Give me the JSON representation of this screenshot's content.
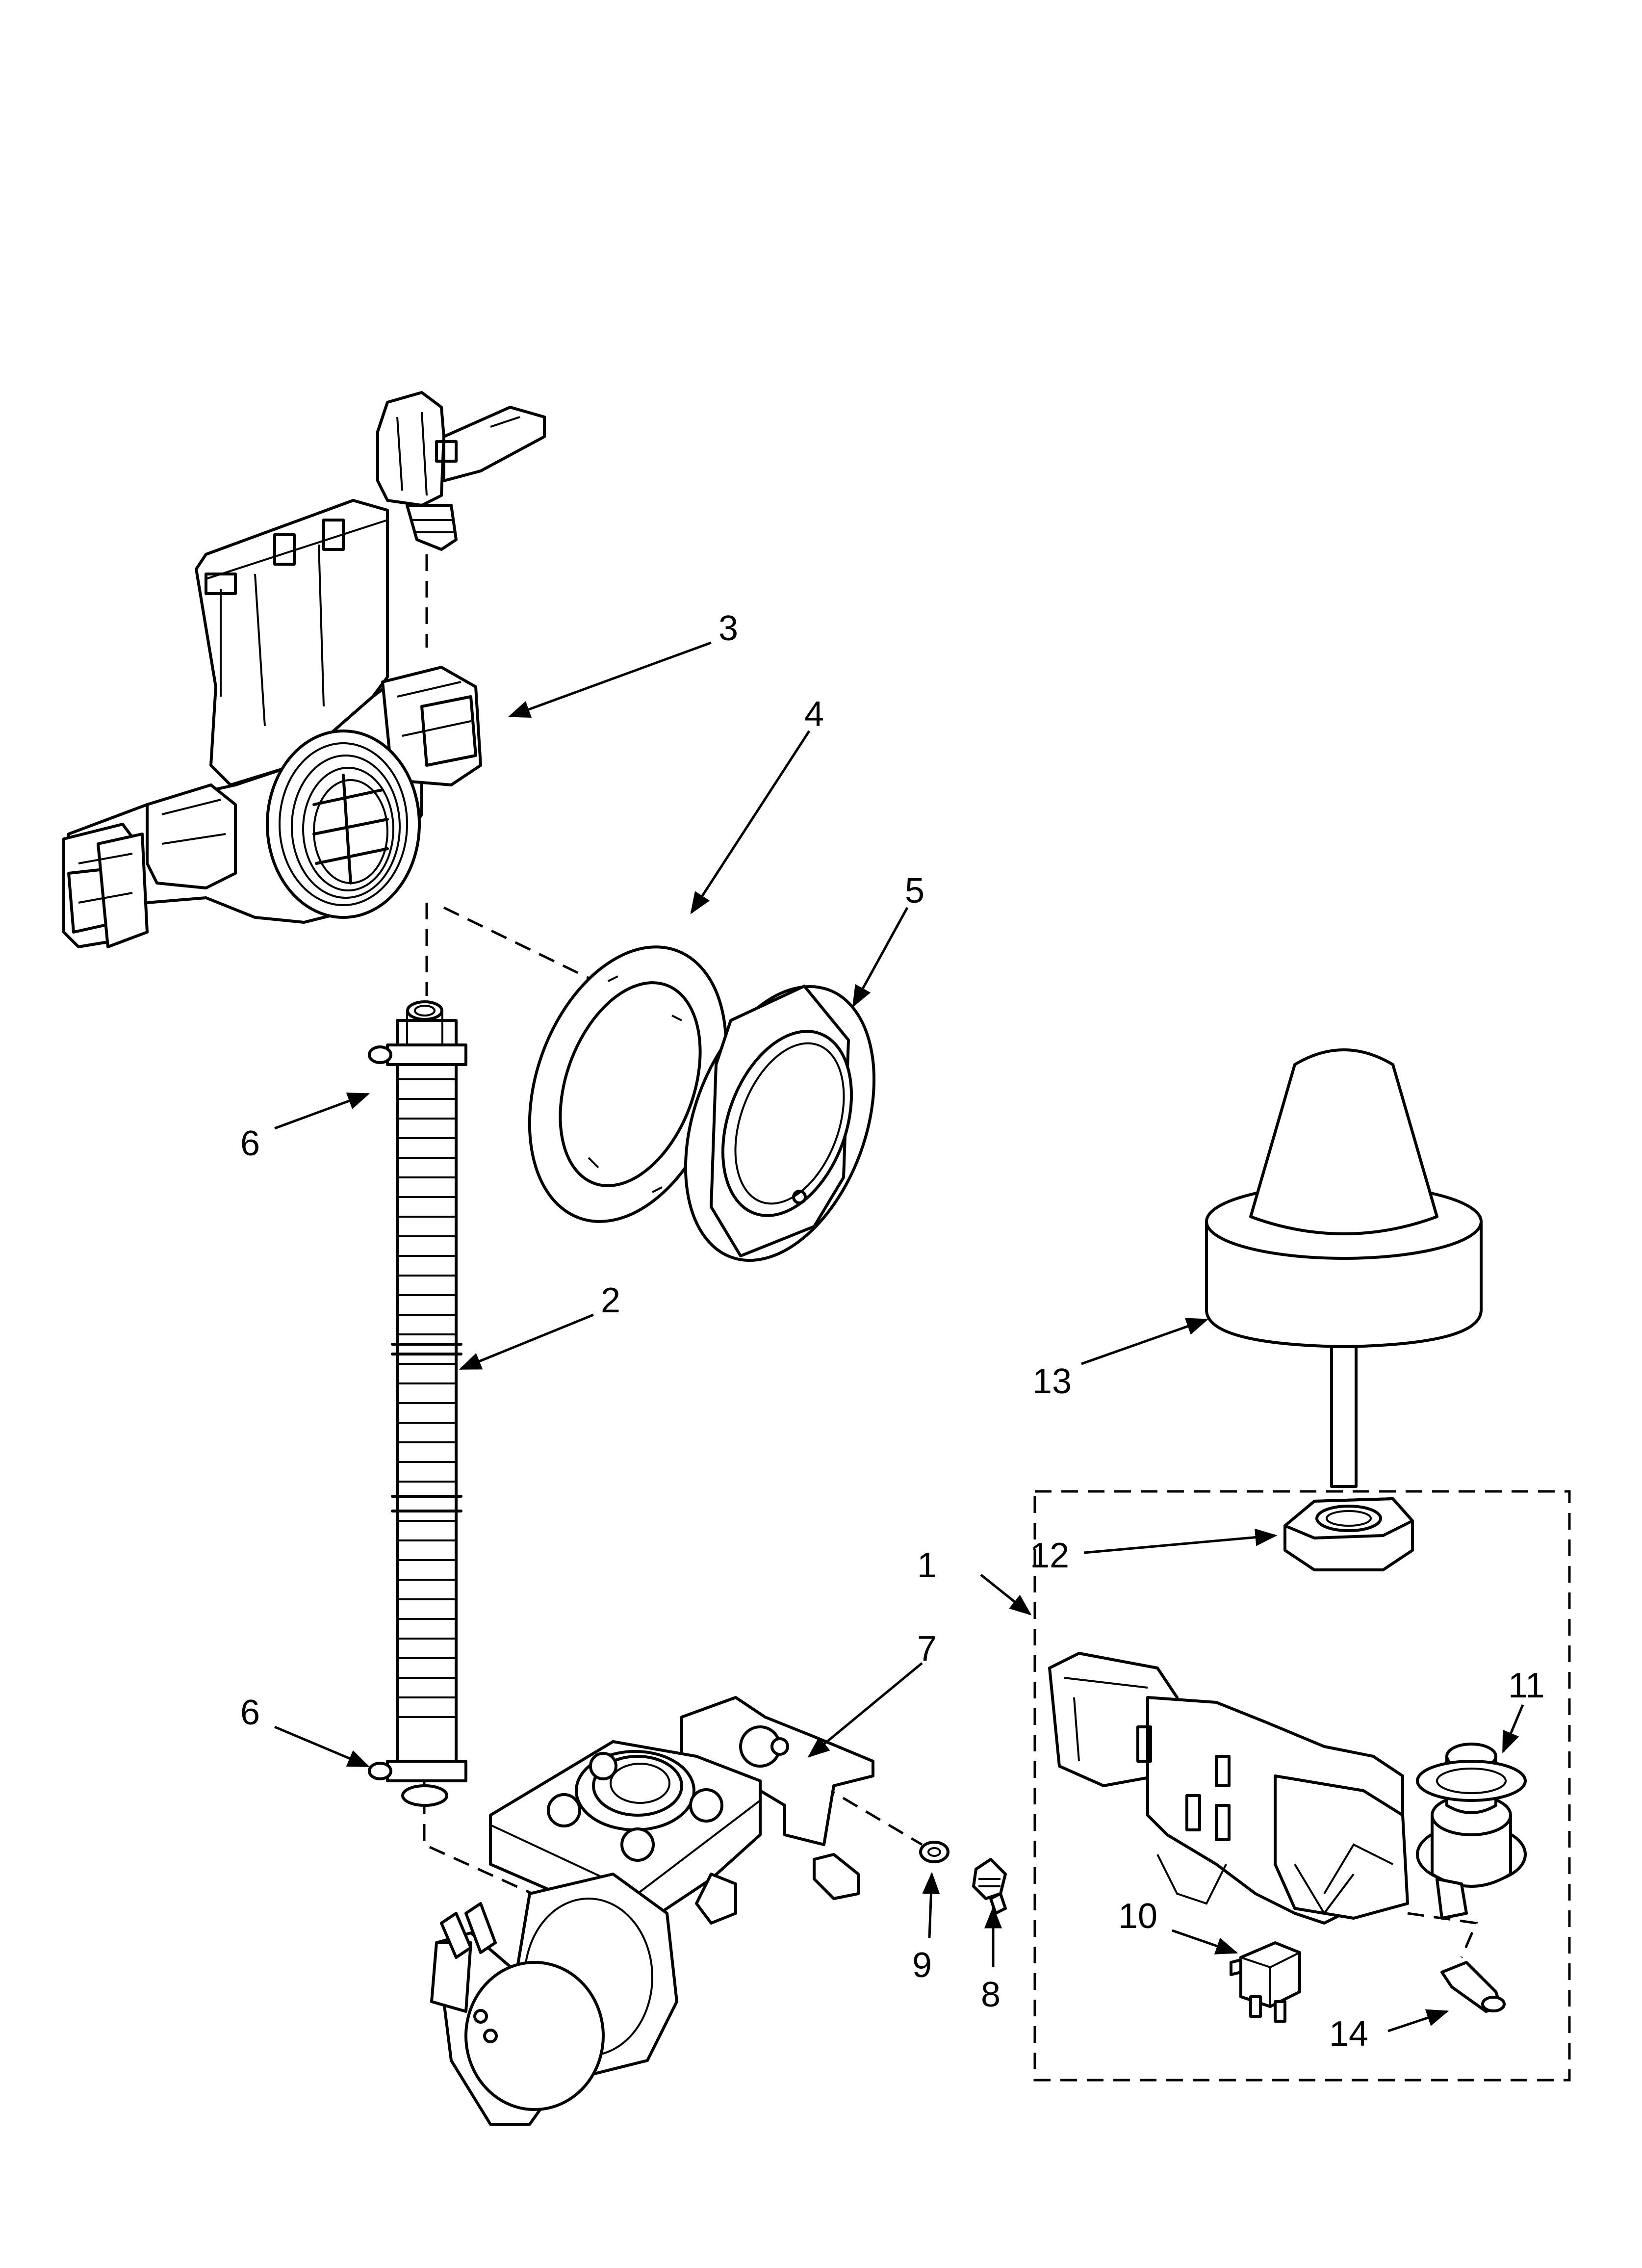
{
  "callouts": [
    {
      "id": "1",
      "label": "1"
    },
    {
      "id": "2",
      "label": "2"
    },
    {
      "id": "3",
      "label": "3"
    },
    {
      "id": "4",
      "label": "4"
    },
    {
      "id": "5",
      "label": "5"
    },
    {
      "id": "6a",
      "label": "6"
    },
    {
      "id": "6b",
      "label": "6"
    },
    {
      "id": "7",
      "label": "7"
    },
    {
      "id": "8",
      "label": "8"
    },
    {
      "id": "9",
      "label": "9"
    },
    {
      "id": "10",
      "label": "10"
    },
    {
      "id": "11",
      "label": "11"
    },
    {
      "id": "12",
      "label": "12"
    },
    {
      "id": "13",
      "label": "13"
    },
    {
      "id": "14",
      "label": "14"
    }
  ]
}
